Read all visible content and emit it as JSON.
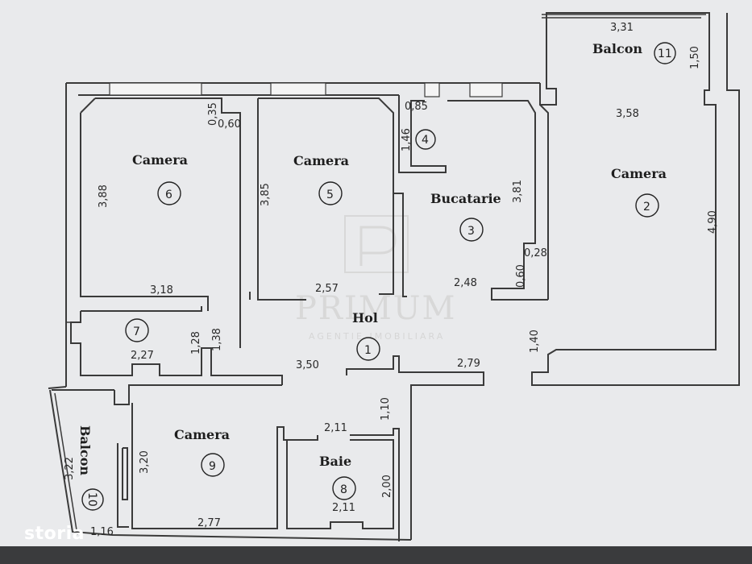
{
  "rooms": [
    {
      "id": "camera-6",
      "name": "Camera",
      "number": "6"
    },
    {
      "id": "camera-5",
      "name": "Camera",
      "number": "5"
    },
    {
      "id": "room-4",
      "name": "",
      "number": "4"
    },
    {
      "id": "bucatarie-3",
      "name": "Bucatarie",
      "number": "3"
    },
    {
      "id": "camera-2",
      "name": "Camera",
      "number": "2"
    },
    {
      "id": "balcon-11",
      "name": "Balcon",
      "number": "11"
    },
    {
      "id": "room-7",
      "name": "",
      "number": "7"
    },
    {
      "id": "hol-1",
      "name": "Hol",
      "number": "1"
    },
    {
      "id": "camera-9",
      "name": "Camera",
      "number": "9"
    },
    {
      "id": "baie-8",
      "name": "Baie",
      "number": "8"
    },
    {
      "id": "balcon-10",
      "name": "Balcon",
      "number": "10"
    }
  ],
  "dimensions": {
    "d_331": "3,31",
    "d_150": "1,50",
    "d_358": "3,58",
    "d_490": "4,90",
    "d_140": "1,40",
    "d_035": "0,35",
    "d_060a": "0,60",
    "d_388": "3,88",
    "d_318": "3,18",
    "d_385": "3,85",
    "d_257": "2,57",
    "d_085": "0,85",
    "d_146": "1,46",
    "d_381": "3,81",
    "d_028": "0,28",
    "d_060b": "0,60",
    "d_248": "2,48",
    "d_227": "2,27",
    "d_128": "1,28",
    "d_138": "1,38",
    "d_350": "3,50",
    "d_279": "2,79",
    "d_110": "1,10",
    "d_211a": "2,11",
    "d_200": "2,00",
    "d_211b": "2,11",
    "d_320": "3,20",
    "d_277": "2,77",
    "d_322": "3,22",
    "d_116": "1,16"
  },
  "watermark": {
    "brand": "PRIMUM",
    "subtitle": "AGENTIE IMOBILIARA"
  },
  "logo": {
    "text": "storia"
  }
}
